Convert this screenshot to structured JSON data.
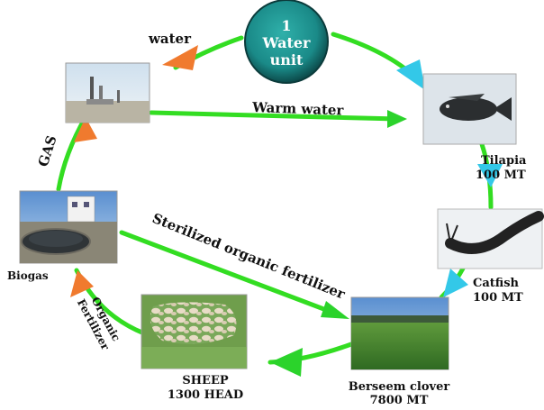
{
  "water_unit": {
    "number": "1",
    "line1": "Water",
    "line2": "unit"
  },
  "edges": {
    "water": "water",
    "warm_water": "Warm water",
    "gas": "GAS",
    "sterilized": "Sterilized organic fertilizer",
    "organic_line1": "Organic",
    "organic_line2": "Fertilizer"
  },
  "nodes": {
    "tilapia": {
      "name": "Tilapia",
      "amount": "100 MT"
    },
    "catfish": {
      "name": "Catfish",
      "amount": "100 MT"
    },
    "berseem": {
      "name": "Berseem clover",
      "amount": "7800 MT"
    },
    "sheep": {
      "name": "SHEEP",
      "amount": "1300 HEAD"
    },
    "biogas": {
      "name": "Biogas"
    }
  },
  "colors": {
    "cycle_line": "#33dd22",
    "arrow_orange": "#f07a2e",
    "arrow_cyan": "#33c8e8",
    "arrow_green": "#2bd32b",
    "water_unit_fill": "#1a8a88"
  }
}
